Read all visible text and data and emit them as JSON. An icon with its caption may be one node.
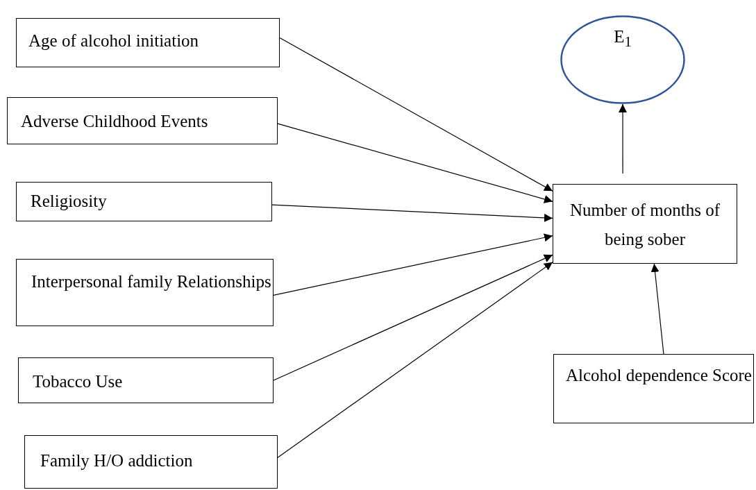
{
  "diagram": {
    "nodes": [
      {
        "text": [
          "Age of alcohol initiation"
        ]
      },
      {
        "text": [
          "Adverse Childhood Events"
        ]
      },
      {
        "text": [
          "Religiosity"
        ]
      },
      {
        "text": [
          "Interpersonal family Relationships"
        ]
      },
      {
        "text": [
          "Tobacco Use"
        ]
      },
      {
        "text": [
          "Family H/O addiction"
        ]
      },
      {
        "text": [
          "Number of months of being sober"
        ]
      },
      {
        "text": [
          "E$_{1}$"
        ]
      },
      {
        "text": [
          "Alcohol dependence Score"
        ]
      }
    ],
    "edges": [
      {
        "from": 0,
        "to": 6,
        "arrow": "to"
      },
      {
        "from": 1,
        "to": 6,
        "arrow": "to"
      },
      {
        "from": 2,
        "to": 6,
        "arrow": "to"
      },
      {
        "from": 3,
        "to": 6,
        "arrow": "to"
      },
      {
        "from": 4,
        "to": 6,
        "arrow": "to"
      },
      {
        "from": 5,
        "to": 6,
        "arrow": "to"
      },
      {
        "from": 6,
        "to": 7,
        "arrow": "to"
      },
      {
        "from": 8,
        "to": 6,
        "arrow": "to"
      }
    ]
  }
}
